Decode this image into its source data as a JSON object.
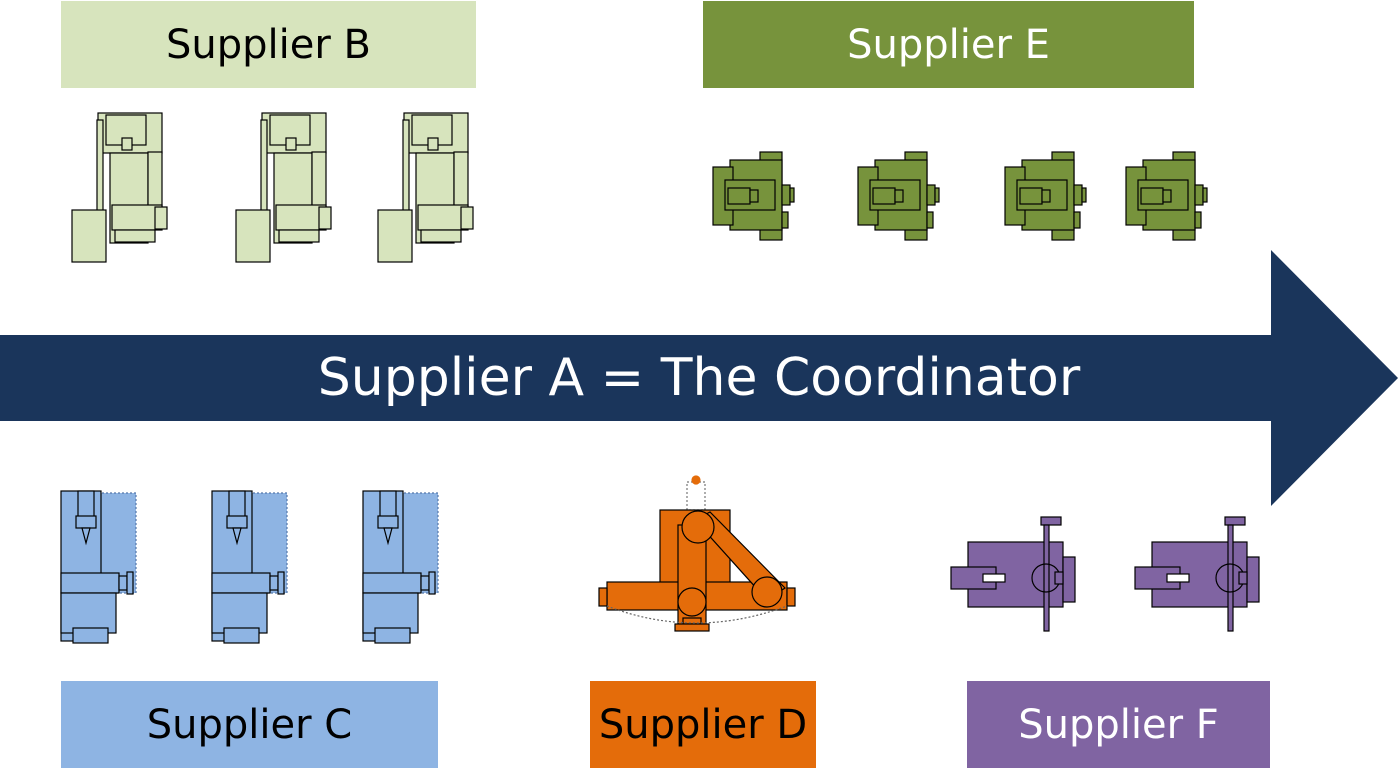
{
  "arrow": {
    "label": "Supplier A = The Coordinator",
    "color": "#1a355b"
  },
  "suppliers": {
    "b": {
      "label": "Supplier B",
      "fill": "#d7e4bd",
      "text_color": "#000000"
    },
    "e": {
      "label": "Supplier E",
      "fill": "#77933c",
      "text_color": "#ffffff"
    },
    "c": {
      "label": "Supplier C",
      "fill": "#8eb4e3",
      "text_color": "#000000"
    },
    "d": {
      "label": "Supplier D",
      "fill": "#e46c0a",
      "text_color": "#000000"
    },
    "f": {
      "label": "Supplier F",
      "fill": "#8064a2",
      "text_color": "#ffffff"
    }
  },
  "machine_icons": {
    "b": "vertical-milling-machine-icon",
    "e": "horizontal-machine-icon",
    "c": "drill-press-icon",
    "d": "robot-arm-icon",
    "f": "press-machine-icon"
  }
}
